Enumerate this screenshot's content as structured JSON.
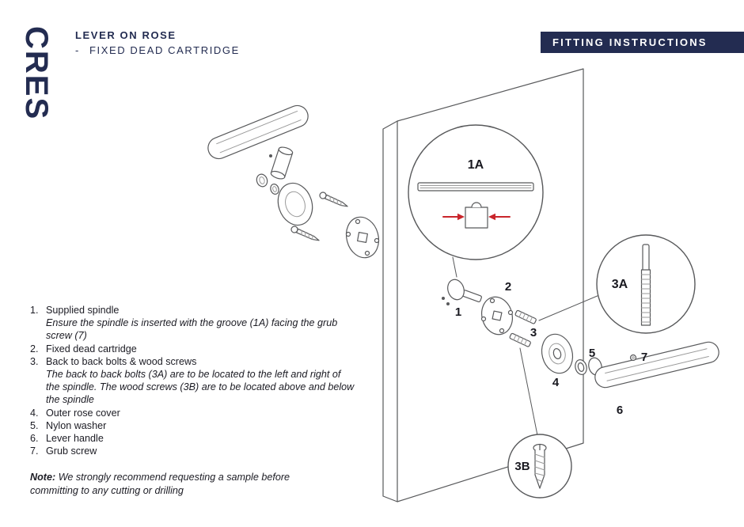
{
  "brand": "CRES",
  "header": {
    "title": "LEVER ON ROSE",
    "subtitle_dash": "-",
    "subtitle": "FIXED DEAD CARTRIDGE",
    "banner": "FITTING INSTRUCTIONS"
  },
  "parts_list": {
    "items": [
      {
        "num": "1.",
        "label": "Supplied spindle",
        "note": "Ensure the spindle is inserted with the groove (1A) facing the grub screw (7)"
      },
      {
        "num": "2.",
        "label": "Fixed dead cartridge"
      },
      {
        "num": "3.",
        "label": "Back to back bolts & wood screws",
        "note": "The back to back bolts (3A) are to be located to the left and right of the spindle. The wood screws (3B) are to be located above and below the spindle"
      },
      {
        "num": "4.",
        "label": "Outer rose cover"
      },
      {
        "num": "5.",
        "label": "Nylon washer"
      },
      {
        "num": "6.",
        "label": "Lever handle"
      },
      {
        "num": "7.",
        "label": "Grub screw"
      }
    ],
    "note_label": "Note:",
    "note_text": "We strongly recommend requesting a sample before committing to any cutting or drilling"
  },
  "diagram": {
    "labels": {
      "l1a": "1A",
      "l3a": "3A",
      "l3b": "3B",
      "n1": "1",
      "n2": "2",
      "n3": "3",
      "n4": "4",
      "n5": "5",
      "n6": "6",
      "n7": "7"
    }
  },
  "colors": {
    "navy": "#232c51",
    "red": "#c9252b",
    "diagram_line": "#58595b"
  }
}
